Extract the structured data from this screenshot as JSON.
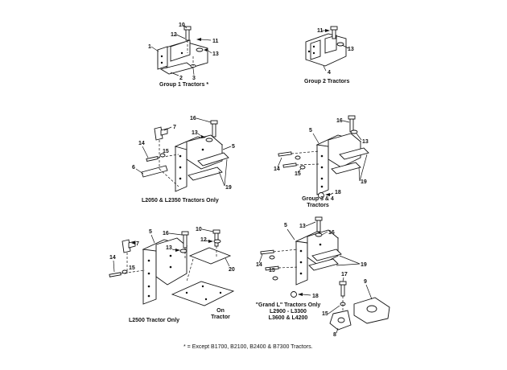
{
  "captions": {
    "group1": "Group 1 Tractors *",
    "group2": "Group 2 Tractors",
    "l2050": "L2050 & L2350 Tractors Only",
    "group34_line1": "Group 3 & 4",
    "group34_line2": "Tractors",
    "l2500": "L2500 Tractor Only",
    "on_tractor_line1": "On",
    "on_tractor_line2": "Tractor",
    "grand_l_line1": "\"Grand L\" Tractors Only",
    "grand_l_line2": "L2900 - L3300",
    "grand_l_line3": "L3600 & L4200",
    "footnote": "* = Except B1700, B2100, B2400 & B7300 Tractors."
  },
  "callouts": {
    "g1": [
      "10",
      "12",
      "11",
      "1",
      "13",
      "2",
      "3"
    ],
    "g2": [
      "11",
      "13",
      "4"
    ],
    "l2050": [
      "16",
      "13",
      "7",
      "5",
      "14",
      "15",
      "6",
      "19"
    ],
    "g34": [
      "5",
      "16",
      "13",
      "14",
      "15",
      "19",
      "18"
    ],
    "l2500": [
      "16",
      "10",
      "5",
      "7",
      "13",
      "12",
      "14",
      "15",
      "20"
    ],
    "grandl": [
      "13",
      "16",
      "5",
      "14",
      "15",
      "19",
      "18",
      "17",
      "9",
      "15",
      "8"
    ]
  },
  "colors": {
    "ink": "#111111",
    "paper": "#ffffff"
  }
}
